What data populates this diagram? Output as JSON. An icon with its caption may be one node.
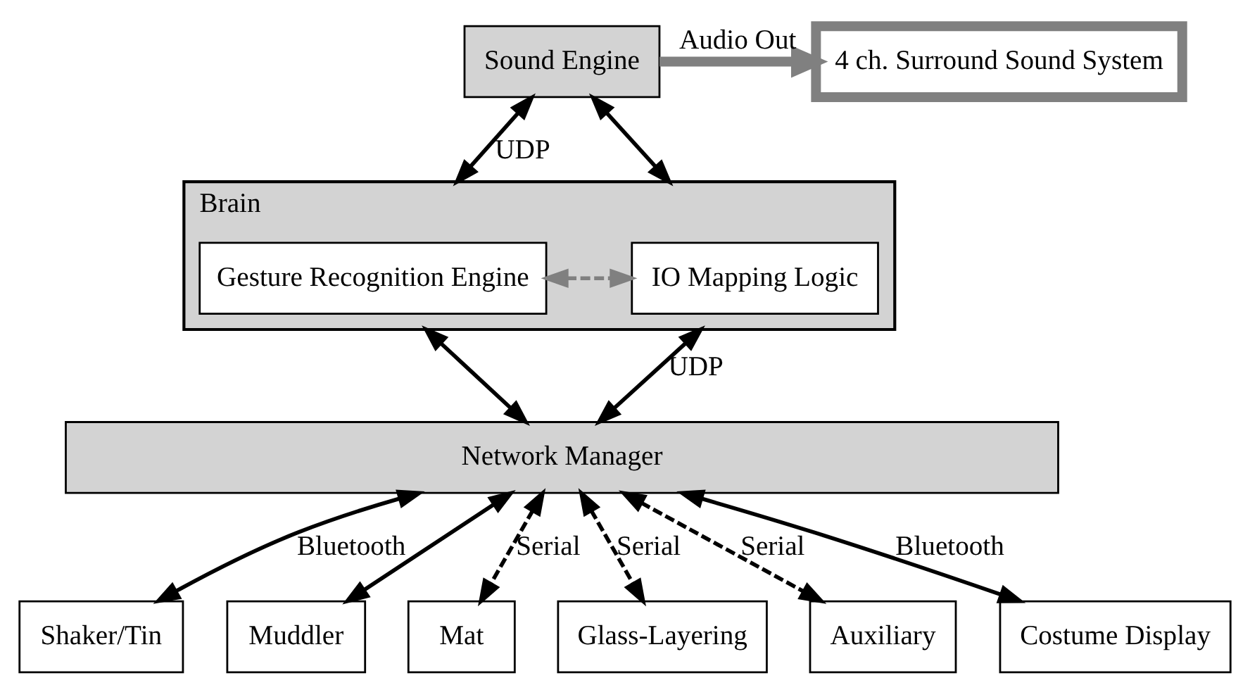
{
  "diagram": {
    "nodes": [
      {
        "text": [
          "Sound Engine"
        ]
      },
      {
        "text": [
          "4 ch. Surround Sound System"
        ]
      },
      {
        "text": [
          "Brain"
        ]
      },
      {
        "text": [
          "Gesture Recognition Engine"
        ],
        "in": 2
      },
      {
        "text": [
          "IO Mapping Logic"
        ],
        "in": 2
      },
      {
        "text": [
          "Network Manager"
        ]
      },
      {
        "text": [
          "Shaker/Tin"
        ]
      },
      {
        "text": [
          "Muddler"
        ]
      },
      {
        "text": [
          "Mat"
        ]
      },
      {
        "text": [
          "Glass-Layering"
        ]
      },
      {
        "text": [
          "Auxiliary"
        ]
      },
      {
        "text": [
          "Costume Display"
        ]
      }
    ],
    "edges": [
      {
        "from": 0,
        "to": 2,
        "arrow": "both",
        "label": "UDP"
      },
      {
        "from": 0,
        "to": 2,
        "arrow": "both"
      },
      {
        "from": 0,
        "to": 1,
        "arrow": "to",
        "label": "Audio Out",
        "style": "thick",
        "color": "#808080"
      },
      {
        "from": 3,
        "to": 4,
        "arrow": "both",
        "style": "dashed",
        "color": "#808080"
      },
      {
        "from": 2,
        "to": 5,
        "arrow": "both"
      },
      {
        "from": 2,
        "to": 5,
        "arrow": "both",
        "label": "UDP"
      },
      {
        "from": 5,
        "to": 6,
        "arrow": "both",
        "label": "Bluetooth"
      },
      {
        "from": 5,
        "to": 7,
        "arrow": "both"
      },
      {
        "from": 5,
        "to": 8,
        "arrow": "both",
        "label": "Serial",
        "style": "dashed"
      },
      {
        "from": 5,
        "to": 9,
        "arrow": "both",
        "label": "Serial",
        "style": "dashed"
      },
      {
        "from": 5,
        "to": 10,
        "arrow": "both",
        "label": "Serial",
        "style": "dashed"
      },
      {
        "from": 5,
        "to": 11,
        "arrow": "both",
        "label": "Bluetooth"
      }
    ]
  }
}
